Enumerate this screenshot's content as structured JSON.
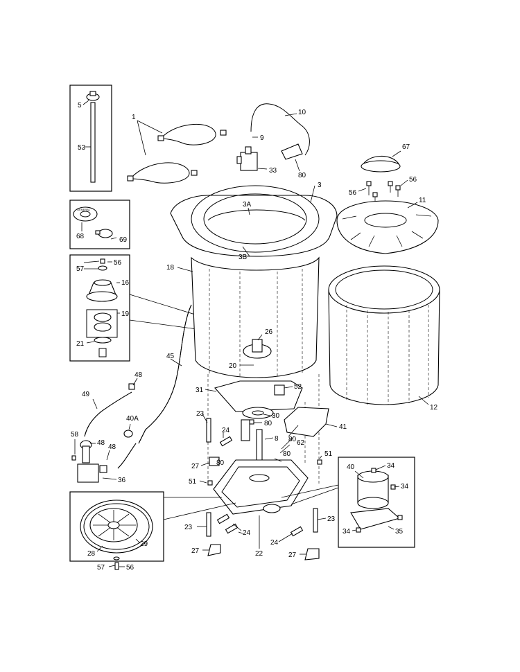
{
  "callouts": {
    "c1": "1",
    "c3": "3",
    "c3A": "3A",
    "c3B": "3B",
    "c5": "5",
    "c9": "9",
    "c10": "10",
    "c11": "11",
    "c12": "12",
    "c16": "16",
    "c18": "18",
    "c19": "19",
    "c20": "20",
    "c21": "21",
    "c22": "22",
    "c23a": "23",
    "c23b": "23",
    "c23c": "23",
    "c24a": "24",
    "c24b": "24",
    "c24c": "24",
    "c26": "26",
    "c27a": "27",
    "c27b": "27",
    "c27c": "27",
    "c28": "28",
    "c29": "29",
    "c30": "30",
    "c31": "31",
    "c33": "33",
    "c34a": "34",
    "c34b": "34",
    "c34c": "34",
    "c35": "35",
    "c36": "36",
    "c40": "40",
    "c40A": "40A",
    "c41": "41",
    "c45": "45",
    "c48a": "48",
    "c48b": "48",
    "c48c": "48",
    "c49": "49",
    "c51a": "51",
    "c51b": "51",
    "c52": "52",
    "c53": "53",
    "c56a": "56",
    "c56b": "56",
    "c56c": "56",
    "c56d": "56",
    "c57a": "57",
    "c57b": "57",
    "c58": "58",
    "c62": "62",
    "c67": "67",
    "c68": "68",
    "c69": "69",
    "c80a": "80",
    "c80b": "80",
    "c80c": "80",
    "c80d": "80",
    "c8": "8"
  },
  "decal_text": "GENERAL"
}
